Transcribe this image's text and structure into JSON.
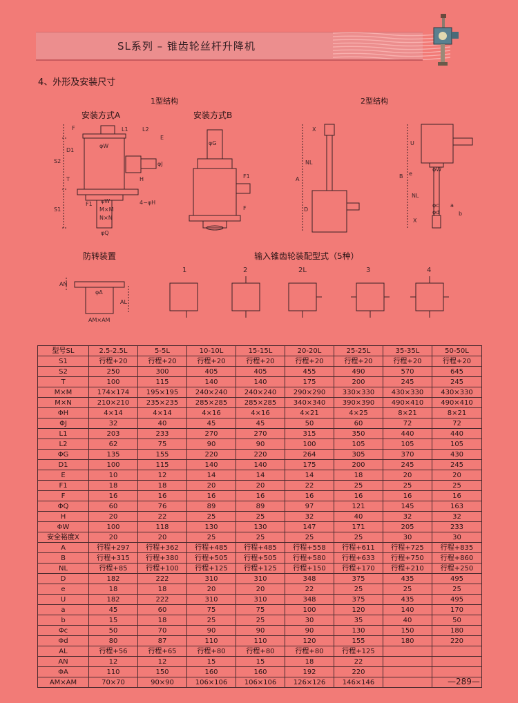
{
  "header": {
    "title": "SL系列 – 锥齿轮丝杆升降机"
  },
  "section": {
    "title": "4、外形及安装尺寸"
  },
  "drawings": {
    "type1_title": "1型结构",
    "type2_title": "2型结构",
    "install_a": "安装方式A",
    "install_b": "安装方式B",
    "anti_rotation": "防转装置",
    "input_config": "输入锥齿轮装配型式（5种）",
    "config_labels": [
      "1",
      "2",
      "2L",
      "3",
      "4"
    ],
    "dims_a": {
      "F": "F",
      "L1": "L1",
      "L2": "L2",
      "E": "E",
      "W": "φW",
      "D1": "D1",
      "S2": "S2",
      "T": "T",
      "J": "φJ",
      "H": "H",
      "S1": "S1",
      "F1": "F1",
      "MxM": "M×M",
      "NxN": "N×N",
      "Q": "φQ",
      "H4": "4−φH"
    },
    "dims_b": {
      "G": "φG",
      "F1": "F1",
      "F": "F"
    },
    "dims_2a": {
      "X": "X",
      "NL": "NL",
      "A": "A",
      "D": "D"
    },
    "dims_2b": {
      "U": "U",
      "e": "e",
      "B": "B",
      "NL": "NL",
      "W": "φW",
      "c": "φc",
      "d": "φd",
      "a": "a",
      "b": "b",
      "X": "X"
    },
    "dims_anti": {
      "AN": "AN",
      "A": "φA",
      "AL": "AL",
      "AMxAM": "AM×AM"
    }
  },
  "table": {
    "headers": [
      "型号SL",
      "2.5-2.5L",
      "5-5L",
      "10-10L",
      "15-15L",
      "20-20L",
      "25-25L",
      "35-35L",
      "50-50L"
    ],
    "rows": [
      [
        "S1",
        "行程+20",
        "行程+20",
        "行程+20",
        "行程+20",
        "行程+20",
        "行程+20",
        "行程+20",
        "行程+20"
      ],
      [
        "S2",
        "250",
        "300",
        "405",
        "405",
        "455",
        "490",
        "570",
        "645"
      ],
      [
        "T",
        "100",
        "115",
        "140",
        "140",
        "175",
        "200",
        "245",
        "245"
      ],
      [
        "M×M",
        "174×174",
        "195×195",
        "240×240",
        "240×240",
        "290×290",
        "330×330",
        "430×330",
        "430×330"
      ],
      [
        "M×N",
        "210×210",
        "235×235",
        "285×285",
        "285×285",
        "340×340",
        "390×390",
        "490×410",
        "490×410"
      ],
      [
        "ΦH",
        "4×14",
        "4×14",
        "4×16",
        "4×16",
        "4×21",
        "4×25",
        "8×21",
        "8×21"
      ],
      [
        "ΦJ",
        "32",
        "40",
        "45",
        "45",
        "50",
        "60",
        "72",
        "72"
      ],
      [
        "L1",
        "203",
        "233",
        "270",
        "270",
        "315",
        "350",
        "440",
        "440"
      ],
      [
        "L2",
        "62",
        "75",
        "90",
        "90",
        "100",
        "105",
        "105",
        "105"
      ],
      [
        "ΦG",
        "135",
        "155",
        "220",
        "220",
        "264",
        "305",
        "370",
        "430"
      ],
      [
        "D1",
        "100",
        "115",
        "140",
        "140",
        "175",
        "200",
        "245",
        "245"
      ],
      [
        "E",
        "10",
        "12",
        "14",
        "14",
        "14",
        "18",
        "20",
        "20"
      ],
      [
        "F1",
        "18",
        "18",
        "20",
        "20",
        "22",
        "25",
        "25",
        "25"
      ],
      [
        "F",
        "16",
        "16",
        "16",
        "16",
        "16",
        "16",
        "16",
        "16"
      ],
      [
        "ΦQ",
        "60",
        "76",
        "89",
        "89",
        "97",
        "121",
        "145",
        "163"
      ],
      [
        "H",
        "20",
        "22",
        "25",
        "25",
        "32",
        "40",
        "32",
        "32"
      ],
      [
        "ΦW",
        "100",
        "118",
        "130",
        "130",
        "147",
        "171",
        "205",
        "233"
      ],
      [
        "安全裕度X",
        "20",
        "20",
        "25",
        "25",
        "25",
        "25",
        "30",
        "30"
      ],
      [
        "A",
        "行程+297",
        "行程+362",
        "行程+485",
        "行程+485",
        "行程+558",
        "行程+611",
        "行程+725",
        "行程+835"
      ],
      [
        "B",
        "行程+315",
        "行程+380",
        "行程+505",
        "行程+505",
        "行程+580",
        "行程+633",
        "行程+750",
        "行程+860"
      ],
      [
        "NL",
        "行程+85",
        "行程+100",
        "行程+125",
        "行程+125",
        "行程+150",
        "行程+170",
        "行程+210",
        "行程+250"
      ],
      [
        "D",
        "182",
        "222",
        "310",
        "310",
        "348",
        "375",
        "435",
        "495"
      ],
      [
        "e",
        "18",
        "18",
        "20",
        "20",
        "22",
        "25",
        "25",
        "25"
      ],
      [
        "U",
        "182",
        "222",
        "310",
        "310",
        "348",
        "375",
        "435",
        "495"
      ],
      [
        "a",
        "45",
        "60",
        "75",
        "75",
        "100",
        "120",
        "140",
        "170"
      ],
      [
        "b",
        "15",
        "18",
        "25",
        "25",
        "30",
        "35",
        "40",
        "50"
      ],
      [
        "Φc",
        "50",
        "70",
        "90",
        "90",
        "90",
        "130",
        "150",
        "180"
      ],
      [
        "Φd",
        "80",
        "87",
        "110",
        "110",
        "120",
        "155",
        "180",
        "220"
      ],
      [
        "AL",
        "行程+56",
        "行程+65",
        "行程+80",
        "行程+80",
        "行程+80",
        "行程+125",
        "",
        ""
      ],
      [
        "AN",
        "12",
        "12",
        "15",
        "15",
        "18",
        "22",
        "",
        ""
      ],
      [
        "ΦA",
        "110",
        "150",
        "160",
        "160",
        "192",
        "220",
        "",
        ""
      ],
      [
        "AM×AM",
        "70×70",
        "90×90",
        "106×106",
        "106×106",
        "126×126",
        "146×146",
        "",
        ""
      ]
    ]
  },
  "footer": {
    "page": "—289—"
  }
}
